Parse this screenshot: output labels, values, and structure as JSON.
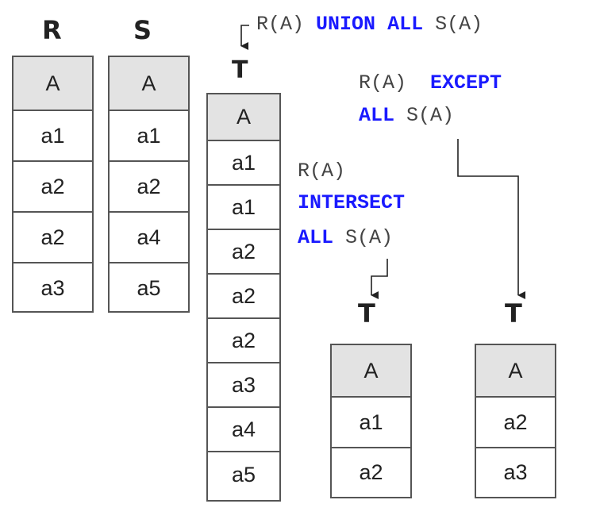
{
  "tables": {
    "R": {
      "title": "R",
      "header": "A",
      "rows": [
        "a1",
        "a2",
        "a2",
        "a3"
      ]
    },
    "S": {
      "title": "S",
      "header": "A",
      "rows": [
        "a1",
        "a2",
        "a4",
        "a5"
      ]
    },
    "union": {
      "title": "T",
      "header": "A",
      "rows": [
        "a1",
        "a1",
        "a2",
        "a2",
        "a2",
        "a3",
        "a4",
        "a5"
      ]
    },
    "intersect": {
      "title": "T",
      "header": "A",
      "rows": [
        "a1",
        "a2"
      ]
    },
    "except": {
      "title": "T",
      "header": "A",
      "rows": [
        "a2",
        "a3"
      ]
    }
  },
  "queries": {
    "union": {
      "left": "R(A)",
      "kw1": "UNION",
      "kw2": "ALL",
      "right": "S(A)"
    },
    "except": {
      "left": "R(A)",
      "kw1": "EXCEPT",
      "kw2": "ALL",
      "right": "S(A)"
    },
    "intersect": {
      "left": "R(A)",
      "kw1": "INTERSECT",
      "kw2": "ALL",
      "right": "S(A)"
    }
  },
  "colors": {
    "keyword": "#1a1aff",
    "header_fill": "#e3e3e3",
    "border": "#555555"
  }
}
